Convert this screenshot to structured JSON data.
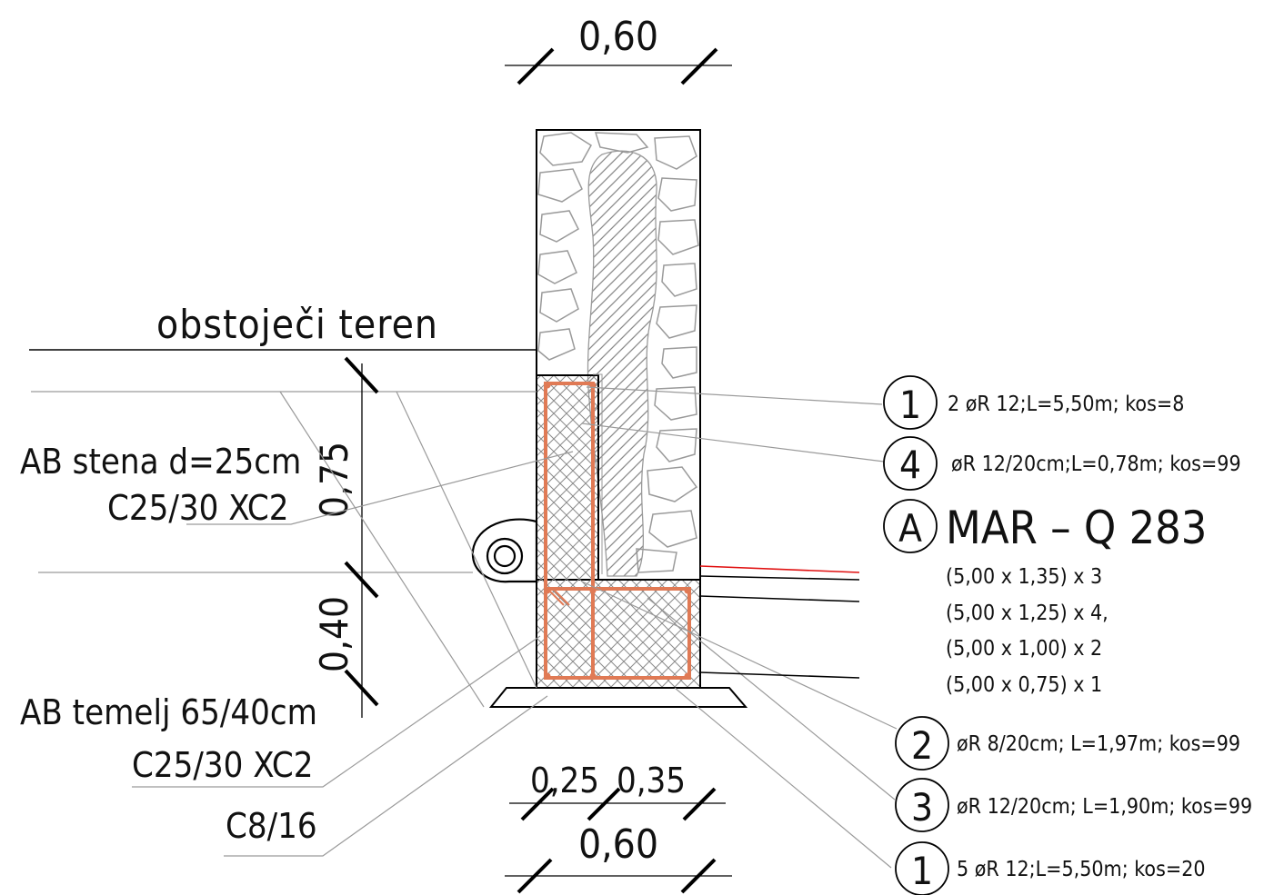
{
  "dimensions": {
    "top_width": "0,60",
    "wall_height": "0,75",
    "footing_height": "0,40",
    "bottom_split_left": "0,25",
    "bottom_split_right": "0,35",
    "bottom_width": "0,60"
  },
  "labels": {
    "ground": "obstoječi teren",
    "wall_line1": "AB stena d=25cm",
    "wall_line2": "C25/30 XC2",
    "footing_line1": "AB temelj 65/40cm",
    "footing_line2": "C25/30 XC2",
    "blinding": "C8/16"
  },
  "rebar": [
    {
      "mark": "1",
      "text": "2 øR  12;L=5,50m;  kos=8"
    },
    {
      "mark": "4",
      "text": "øR 12/20cm;L=0,78m;  kos=99"
    },
    {
      "mark": "2",
      "text": "øR 8/20cm;  L=1,97m;  kos=99"
    },
    {
      "mark": "3",
      "text": "øR 12/20cm;  L=1,90m;  kos=99"
    },
    {
      "mark": "1",
      "text": "5  øR   12;L=5,50m;  kos=20"
    }
  ],
  "mesh": {
    "mark": "A",
    "name": "MAR  –  Q 283",
    "items": [
      "(5,00 x 1,35) x 3",
      "(5,00 x 1,25) x 4,",
      "(5,00 x 1,00) x 2",
      "(5,00 x 0,75) x 1"
    ]
  },
  "colors": {
    "rebar": "#e07a55",
    "highlight_line": "#e01010",
    "hatch": "#8a8a8a"
  }
}
